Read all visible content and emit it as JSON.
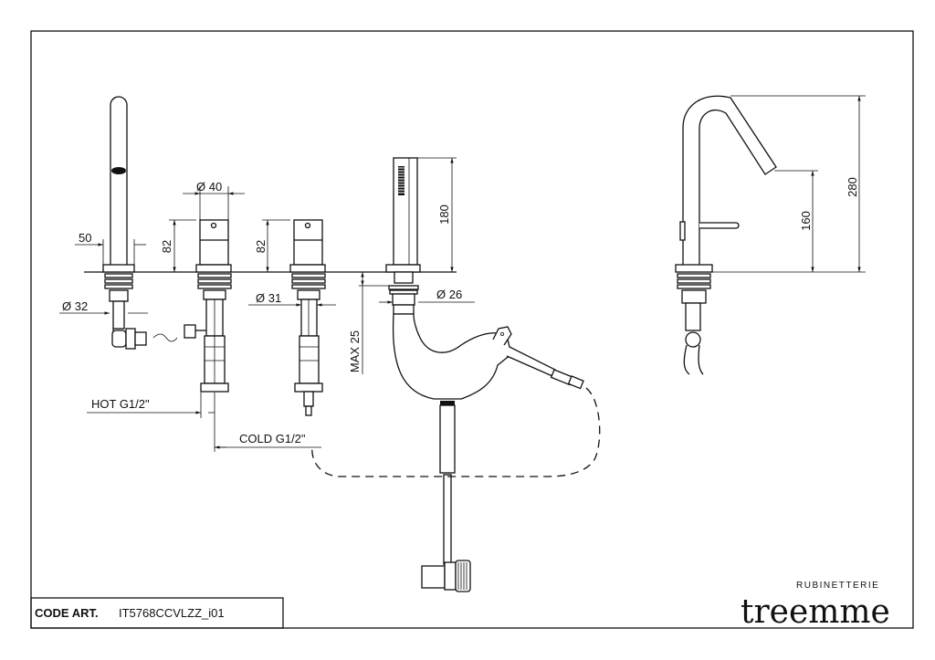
{
  "title_block": {
    "code_label": "CODE ART.",
    "code_value": "IT5768CCVLZZ_i01"
  },
  "logo": {
    "brand": "treemme",
    "sub": "RUBINETTERIE"
  },
  "dimensions": {
    "spout_width": "50",
    "spout_base_dia": "Ø 32",
    "hot_handle_dia": "Ø 40",
    "hot_handle_height": "82",
    "cold_handle_height": "82",
    "cold_shank_dia": "Ø 31",
    "shower_height": "180",
    "shower_shank_dia": "Ø 26",
    "deck_thickness": "MAX 25",
    "hot_connection": "HOT G1/2\"",
    "cold_connection": "COLD G1/2\"",
    "spout_outlet_height": "160",
    "spout_total_height": "280"
  }
}
